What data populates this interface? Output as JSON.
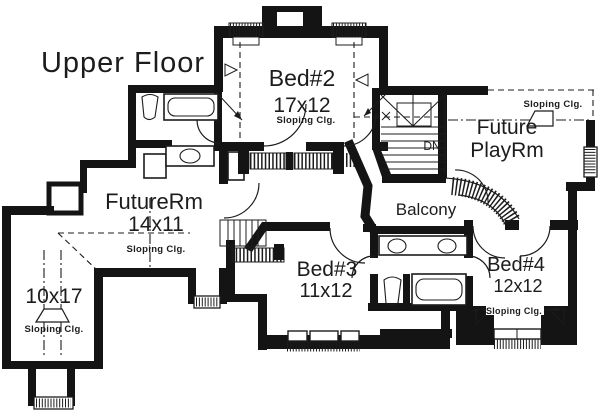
{
  "title": "Upper Floor",
  "colors": {
    "wall": "#141414",
    "background": "#ffffff"
  },
  "rooms": {
    "bed2": {
      "name": "Bed#2",
      "size": "17x12",
      "note": "Sloping Clg."
    },
    "playrm": {
      "name_line1": "Future",
      "name_line2": "PlayRm",
      "note": "Sloping Clg."
    },
    "futurerm": {
      "name": "FutureRm",
      "size": "14x11",
      "note": "Sloping Clg."
    },
    "bonus": {
      "size": "10x17",
      "note": "Sloping Clg."
    },
    "bed3": {
      "name": "Bed#3",
      "size": "11x12"
    },
    "bed4": {
      "name": "Bed#4",
      "size": "12x12",
      "note": "Sloping Clg."
    },
    "balcony": {
      "name": "Balcony"
    },
    "stairs": {
      "direction_label": "DN"
    }
  }
}
